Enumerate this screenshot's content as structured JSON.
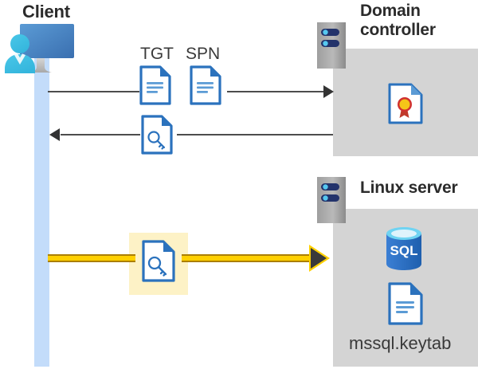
{
  "diagram": {
    "title_client": "Client",
    "title_domain_controller": "Domain\ncontroller",
    "title_linux_server": "Linux server",
    "labels": {
      "tgt": "TGT",
      "spn": "SPN",
      "keytab_file": "mssql.keytab"
    },
    "icons": {
      "client": "client-computer-user-icon",
      "dc_rack": "server-rack-icon",
      "linux_rack": "server-rack-icon",
      "tgt_document": "document-icon",
      "spn_document": "document-icon",
      "ticket_key_document": "document-key-icon",
      "keytab_key_document": "document-key-icon",
      "certificate": "certificate-document-icon",
      "sql_database": "sql-database-icon",
      "keytab_document": "document-icon"
    },
    "flows": [
      {
        "id": "request",
        "direction": "right",
        "from": "Client",
        "to": "Domain controller",
        "carries": [
          "TGT",
          "SPN"
        ],
        "style": "gray"
      },
      {
        "id": "response",
        "direction": "left",
        "from": "Domain controller",
        "to": "Client",
        "carries": [
          "service ticket"
        ],
        "style": "gray"
      },
      {
        "id": "authenticate",
        "direction": "right",
        "from": "Client",
        "to": "Linux server",
        "carries": [
          "service ticket"
        ],
        "style": "yellow-highlight"
      }
    ],
    "colors": {
      "panel_gray": "#d4d4d4",
      "lifeline_blue": "#c3dcfa",
      "accent_blue": "#2b72bd",
      "highlight_yellow": "#ffd000",
      "highlight_box": "#fdf2c6",
      "arrow_gray": "#4d4d4d",
      "text_dark": "#2b2b2b",
      "sql_blue": "#2e6fbd",
      "cert_gold": "#f5c518",
      "cert_red": "#d03030",
      "rack_navy": "#23336b"
    }
  }
}
